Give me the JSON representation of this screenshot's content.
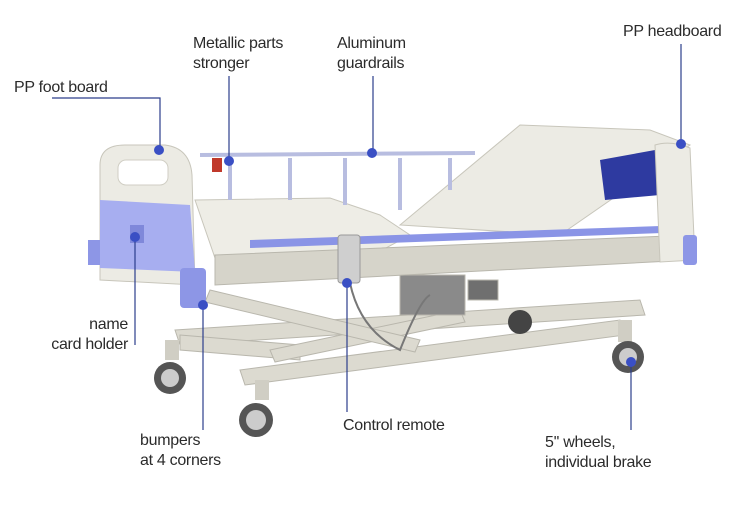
{
  "labels": {
    "foot_board": "PP foot board",
    "metallic_1": "Metallic parts",
    "metallic_2": "stronger",
    "guardrails_1": "Aluminum",
    "guardrails_2": "guardrails",
    "headboard": "PP headboard",
    "name_card_1": "name",
    "name_card_2": "card holder",
    "bumpers_1": "bumpers",
    "bumpers_2": "at 4 corners",
    "remote": "Control remote",
    "wheels_1": "5'' wheels,",
    "wheels_2": "individual brake"
  },
  "colors": {
    "callout_line": "#2c3e8c",
    "callout_dot": "#3a4fc4",
    "bed_body": "#e9e8e1",
    "bed_frame": "#d8d6cc",
    "accent_blue": "#8a94e6",
    "dark_blue": "#2e3aa0"
  }
}
